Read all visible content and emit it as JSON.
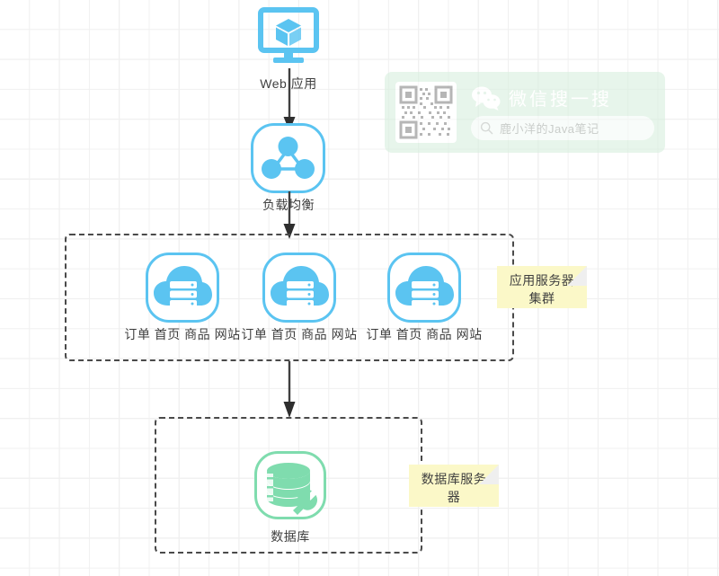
{
  "diagram": {
    "title": "Web application layered architecture",
    "colors": {
      "node_blue": "#5bc4f1",
      "node_green": "#7fdcae",
      "arrow_gray": "#404040",
      "dashed_gray": "#4a4a4a",
      "note_yellow": "#fbf8c8",
      "grid_line": "#e6e6e6"
    },
    "nodes": {
      "web_app": {
        "label": "Web 应用",
        "icon": "monitor-cube-icon"
      },
      "load_balancer": {
        "label": "负载均衡",
        "icon": "load-balancer-icon"
      },
      "app_servers": [
        {
          "label": "订单 首页 商品 网站",
          "icon": "cloud-server-icon"
        },
        {
          "label": "订单 首页 商品 网站",
          "icon": "cloud-server-icon"
        },
        {
          "label": "订单 首页 商品 网站",
          "icon": "cloud-server-icon"
        }
      ],
      "database": {
        "label": "数据库",
        "icon": "database-wrench-icon"
      }
    },
    "annotations": {
      "app_cluster_note": "应用服务器集群",
      "database_note": "数据库服务器"
    }
  },
  "watermark": {
    "brand": "微信搜一搜",
    "search_value": "鹿小洋的Java笔记",
    "qr_alt": "qr-code",
    "logo_alt": "wechat-logo-icon",
    "search_icon_alt": "search-icon"
  }
}
